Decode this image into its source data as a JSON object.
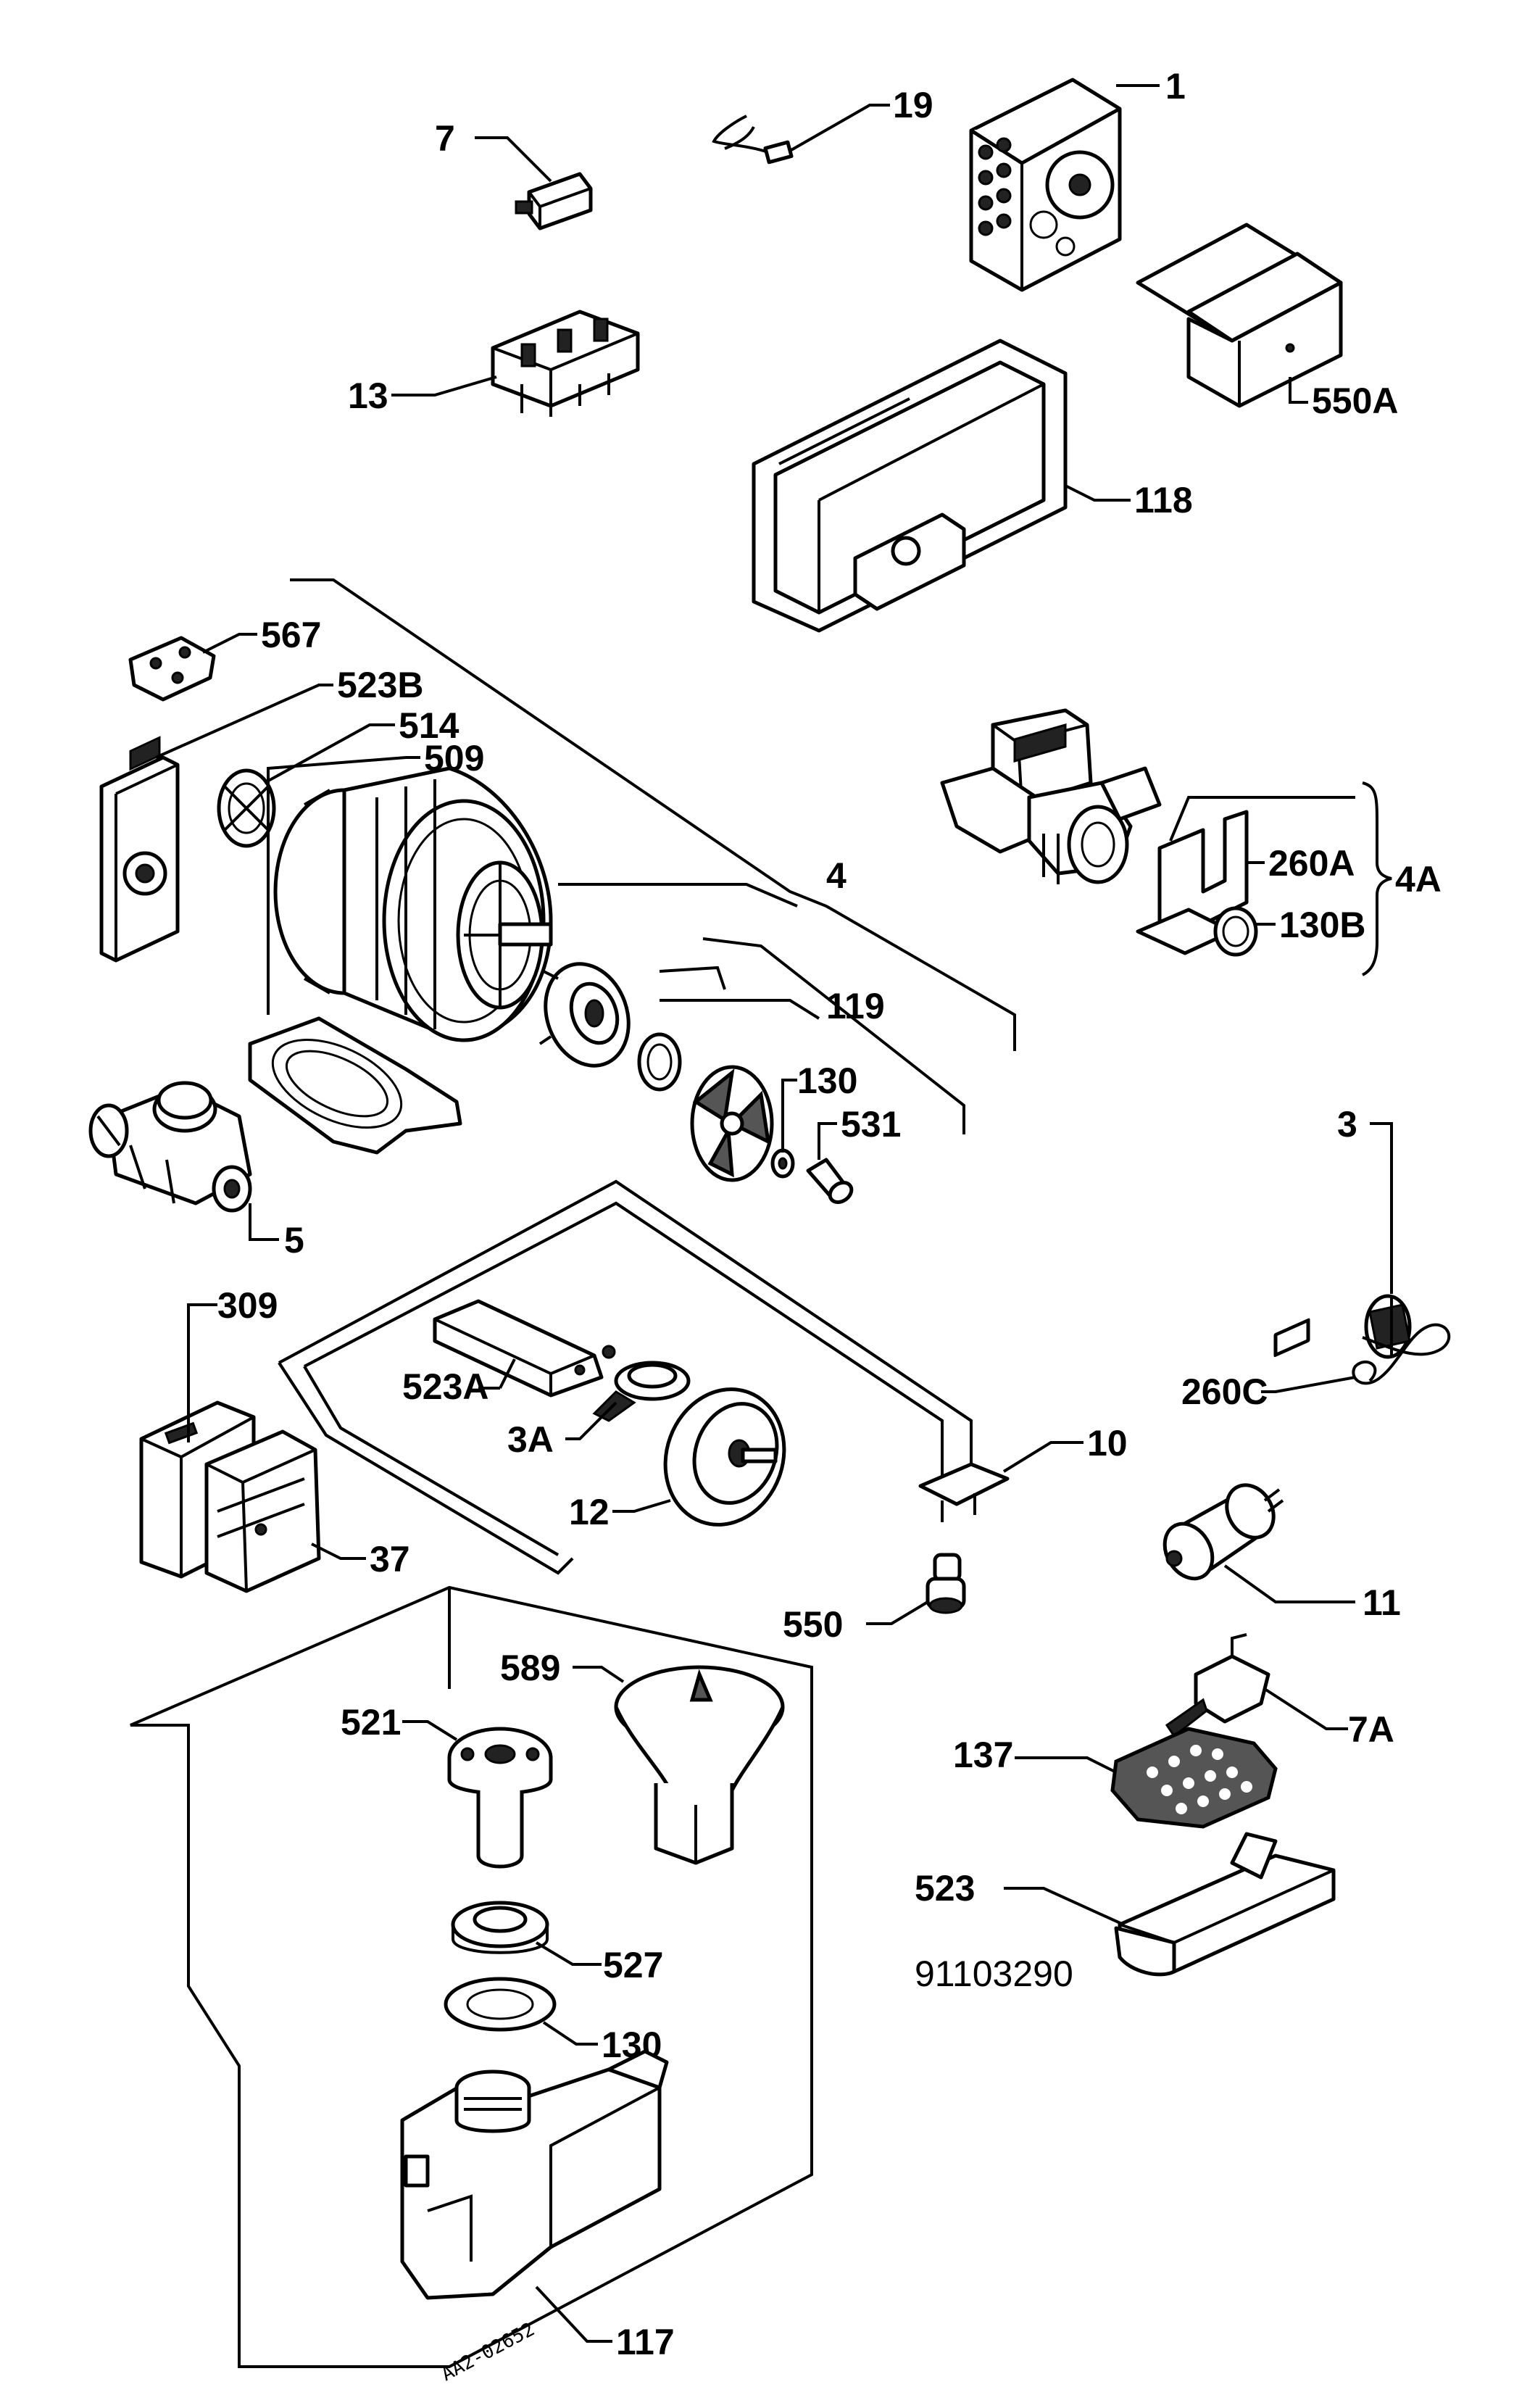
{
  "diagram": {
    "drawing_code": "91103290",
    "stamp": "AA2-02652",
    "labels": {
      "p1": "1",
      "p19": "19",
      "p7": "7",
      "p13": "13",
      "p550A": "550A",
      "p118": "118",
      "p567": "567",
      "p523B": "523B",
      "p514": "514",
      "p509": "509",
      "p4": "4",
      "p260A": "260A",
      "p4A": "4A",
      "p130B": "130B",
      "p119": "119",
      "p130a": "130",
      "p531": "531",
      "p5": "5",
      "p3": "3",
      "p260C": "260C",
      "p309": "309",
      "p523A": "523A",
      "p3A": "3A",
      "p10": "10",
      "p12": "12",
      "p37": "37",
      "p11": "11",
      "p550": "550",
      "p589": "589",
      "p521": "521",
      "p7A": "7A",
      "p137": "137",
      "p523": "523",
      "p527": "527",
      "p130b": "130",
      "p117": "117"
    }
  }
}
